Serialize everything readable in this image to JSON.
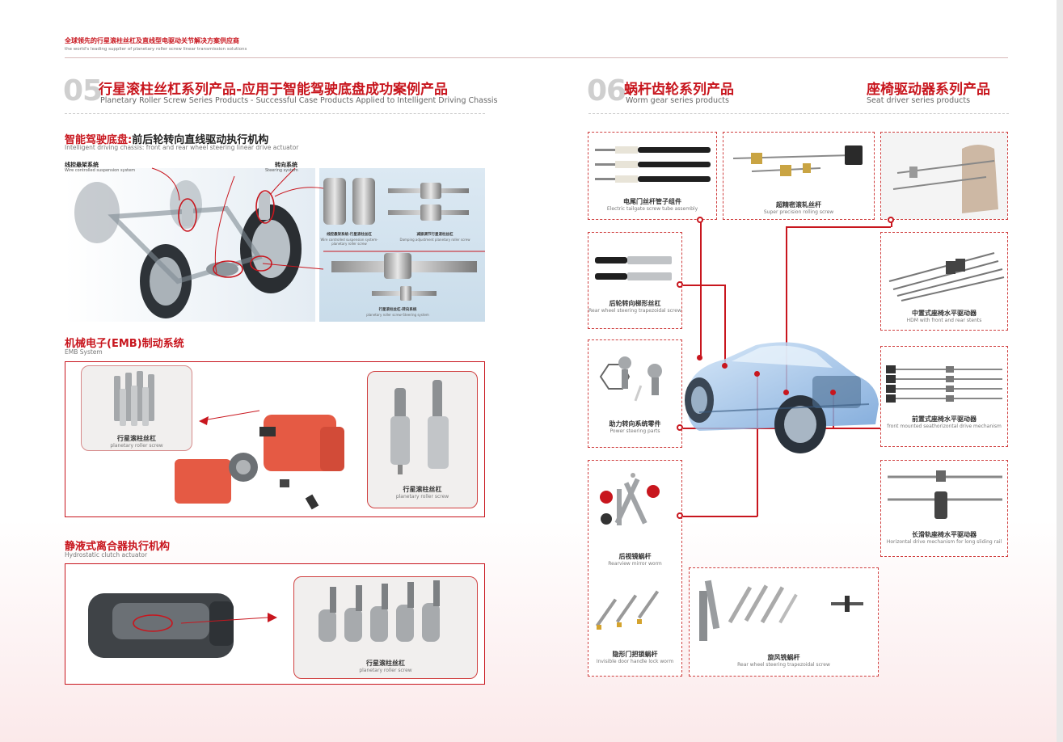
{
  "header": {
    "title_cn": "全球领先的行星滚柱丝杠及直线型电驱动关节解决方案供应商",
    "title_en": "the world's leading supplier of planetary roller screw linear transmission solutions"
  },
  "section05": {
    "number": "05",
    "title": "行星滚柱丝杠系列产品-应用于智能驾驶底盘成功案例产品",
    "subtitle": "Planetary Roller Screw Series Products - Successful Case Products Applied to Intelligent Driving Chassis",
    "chassis": {
      "title_red": "智能驾驶底盘:",
      "title_black": "前后轮转向直线驱动执行机构",
      "subtitle": "Intelligent driving chassis: front and rear wheel steering linear drive actuator",
      "label1_cn": "线控悬架系统",
      "label1_en": "Wire controlled suspension system",
      "label2_cn": "转向系统",
      "label2_en": "Steering system",
      "part1_cn": "线控悬架系统-行星滚柱丝杠",
      "part1_en": "Wire controlled suspension system- planetary roller screw",
      "part2_cn": "减振调节行星滚柱丝杠",
      "part2_en": "Damping adjustment planetary roller screw",
      "part3_cn": "行星滚柱丝杠-转向系统",
      "part3_en": "planetary roller screw-Steering system"
    },
    "emb": {
      "title": "机械电子(EMB)制动系统",
      "subtitle": "EMB System",
      "small_cn": "行星滚柱丝杠",
      "small_en": "planetary roller screw",
      "big_cn": "行星滚柱丝杠",
      "big_en": "planetary roller screw"
    },
    "clutch": {
      "title": "静液式离合器执行机构",
      "subtitle": "Hydrostatic clutch actuator",
      "cap_cn": "行星滚柱丝杠",
      "cap_en": "planetary roller screw"
    }
  },
  "section06": {
    "number": "06",
    "title": "蜗杆齿轮系列产品",
    "subtitle": "Worm gear series products",
    "title2": "座椅驱动器系列产品",
    "subtitle2": "Seat driver series products",
    "items": {
      "tailgate": {
        "cn": "电尾门丝杆管子组件",
        "en": "Electric tailgate screw tube assembly"
      },
      "precision": {
        "cn": "超精密滚轧丝杆",
        "en": "Super precision rolling screw"
      },
      "rear_steer": {
        "cn": "后轮转向梯形丝杠",
        "en": "Rear wheel steering trapezoidal screw"
      },
      "power_steer": {
        "cn": "助力转向系统零件",
        "en": "Power steering parts"
      },
      "mirror": {
        "cn": "后视镜蜗杆",
        "en": "Rearview mirror worm"
      },
      "door": {
        "cn": "隐形门把锁蜗杆",
        "en": "Invisible door handle lock worm"
      },
      "whirl": {
        "cn": "旋风铣蜗杆",
        "en": "Rear wheel steering trapezoidal screw"
      },
      "hdm": {
        "cn": "中置式座椅水平驱动器",
        "en": "HDM with front and rear stents"
      },
      "front_mount": {
        "cn": "前置式座椅水平驱动器",
        "en": "front mounted seathorizontal drive mechanism"
      },
      "long_rail": {
        "cn": "长滑轨座椅水平驱动器",
        "en": "Horizontal drive mechanism for long sliding rail"
      }
    }
  },
  "colors": {
    "accent": "#c8161e",
    "muted": "#cfcfcf"
  }
}
